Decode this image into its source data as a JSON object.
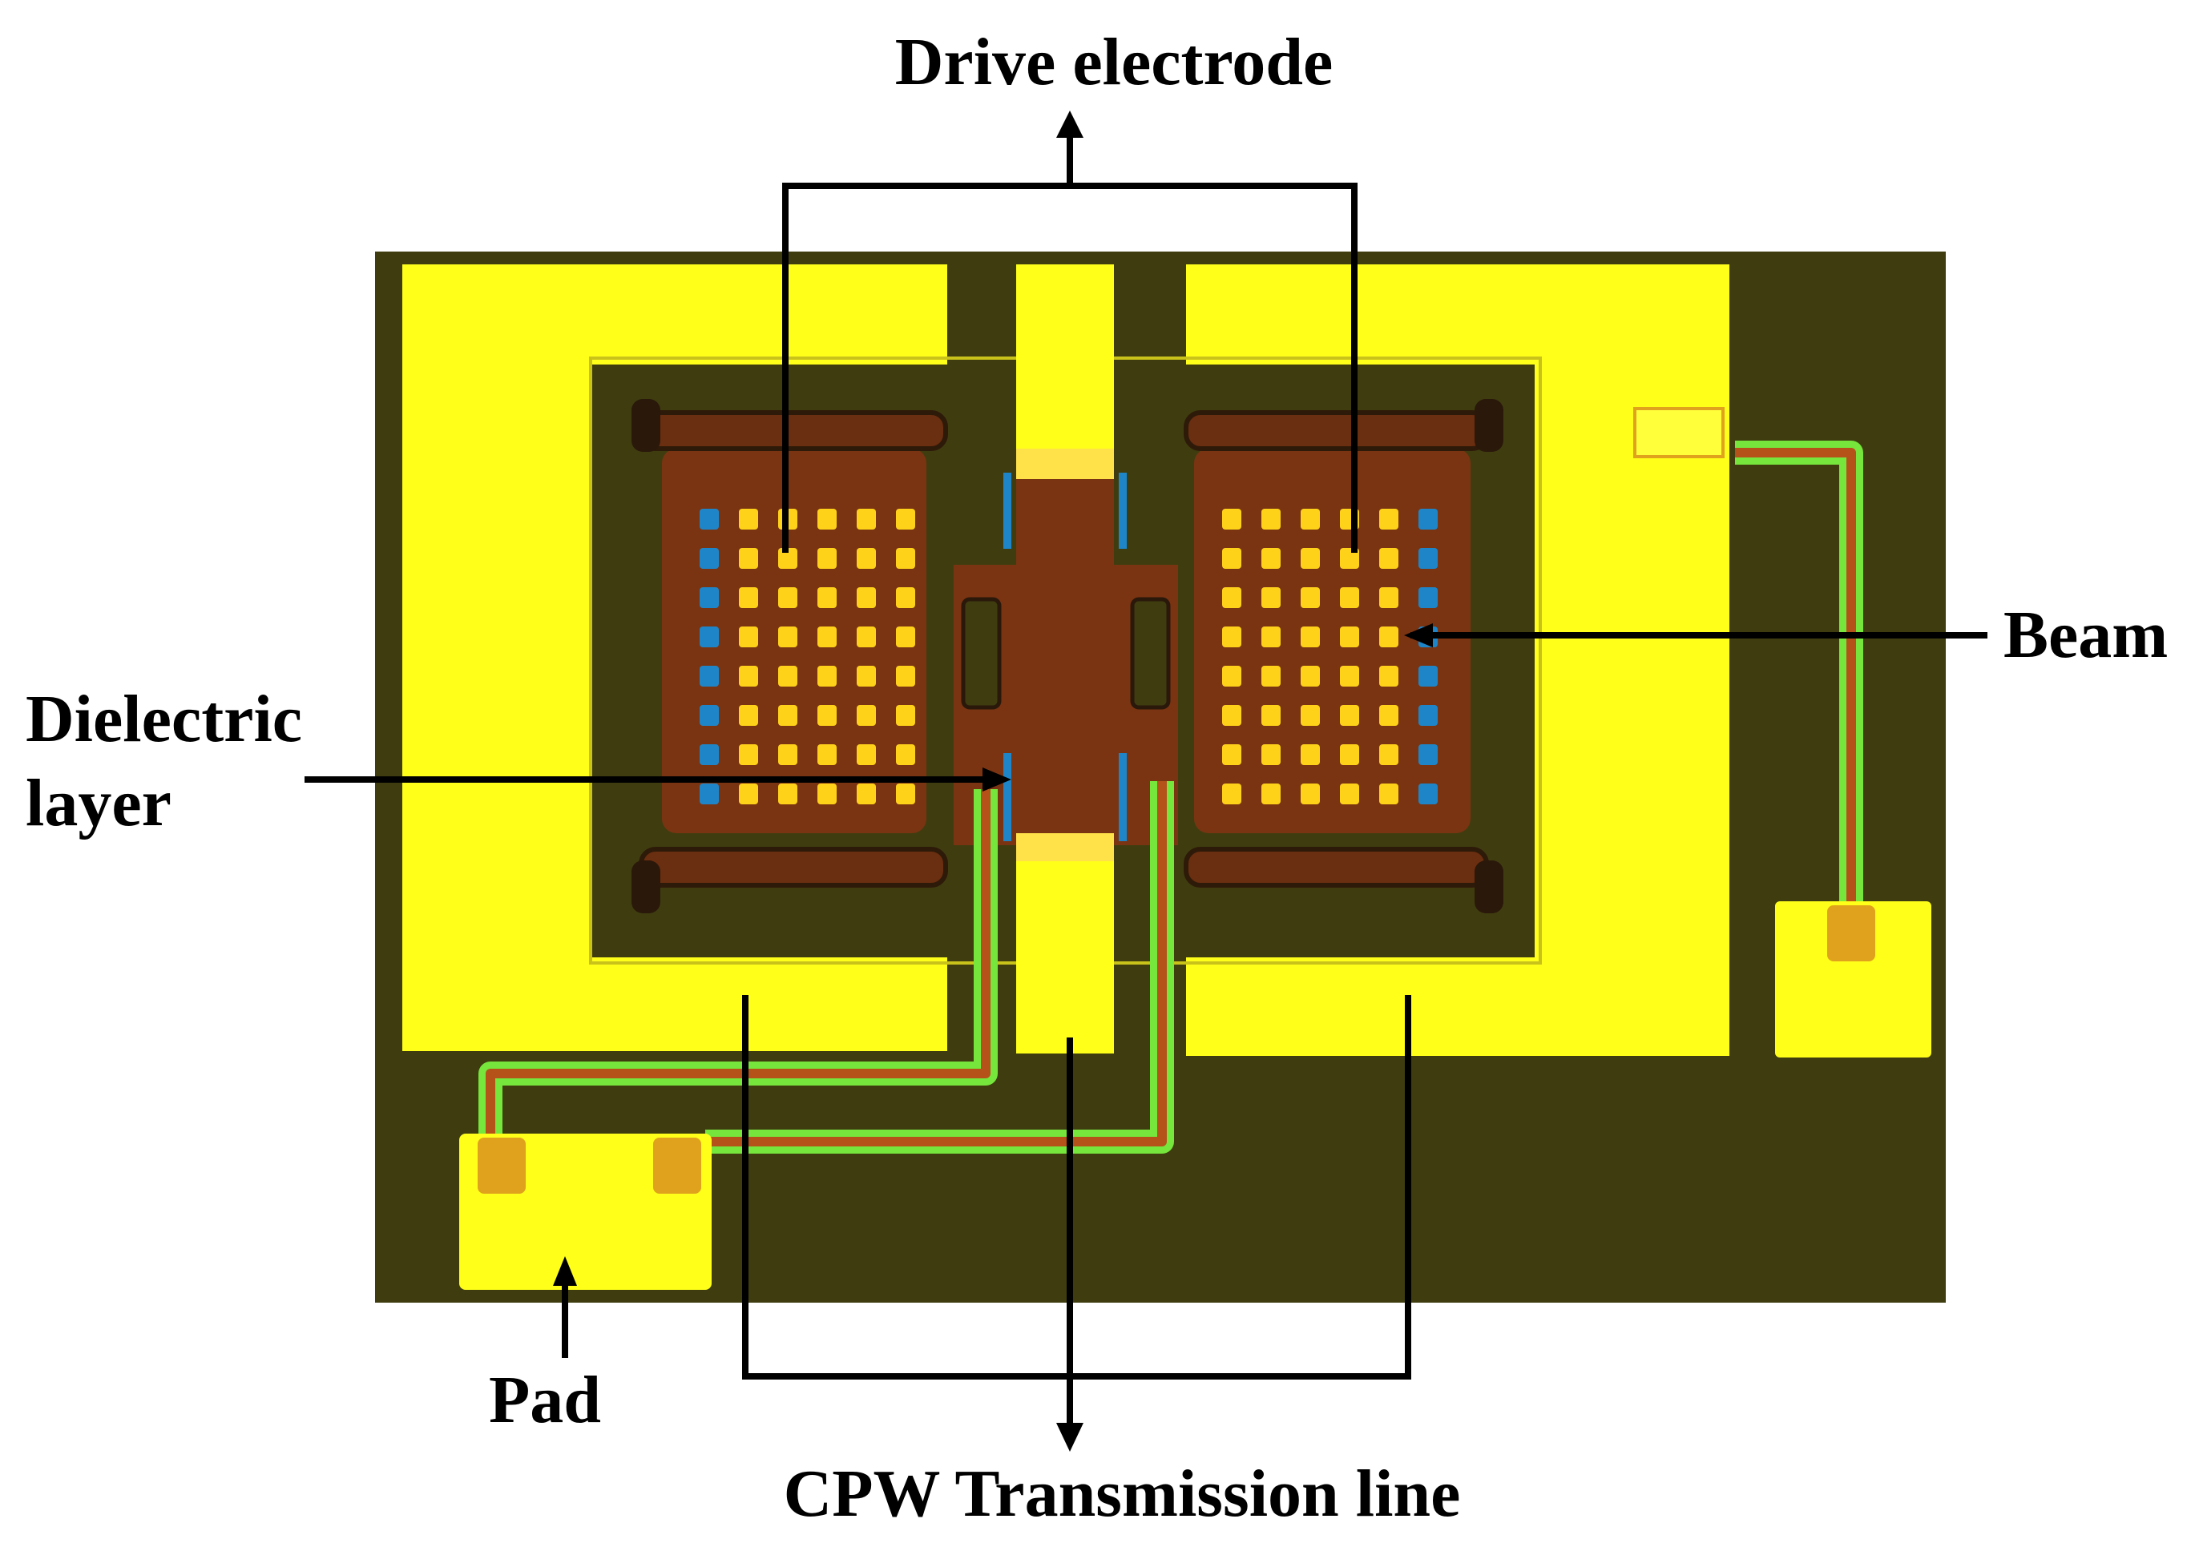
{
  "labels": {
    "drive_electrode": "Drive electrode",
    "beam": "Beam",
    "dielectric_line1": "Dielectric",
    "dielectric_line2": "layer",
    "pad": "Pad",
    "cpw": "CPW Transmission line"
  },
  "colors": {
    "substrate": "#3f3d10",
    "gold": "#ffff1a",
    "membrane": "#7a3412",
    "hole": "#ffd21a",
    "dielectric": "#1e86c8",
    "trace_edge": "#76e53c",
    "trace_core": "#b4521a",
    "contact": "#e0a21c",
    "annotation": "#000000"
  }
}
